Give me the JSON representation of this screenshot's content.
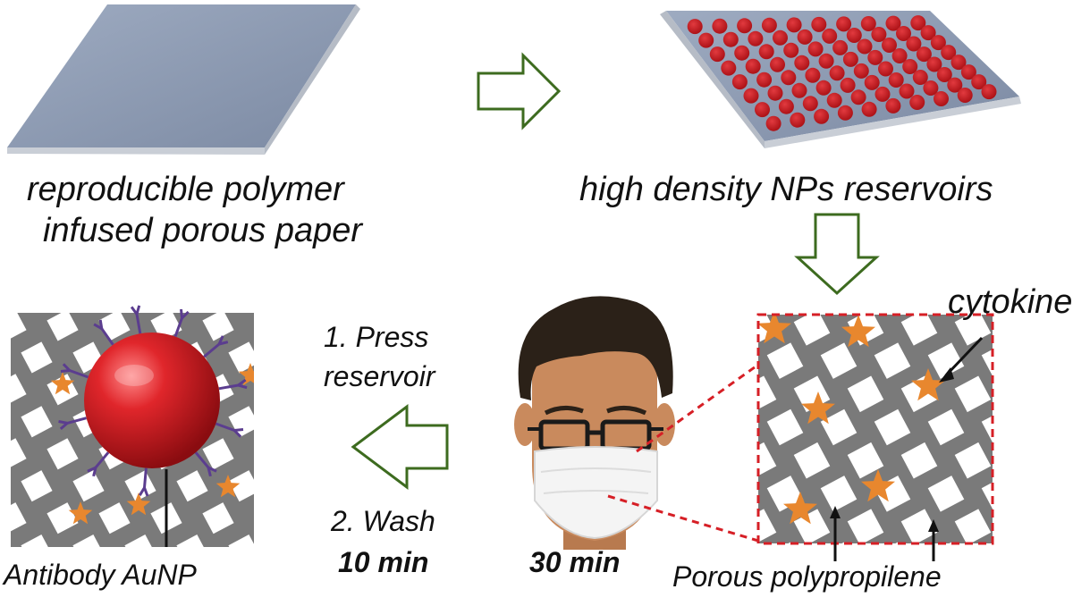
{
  "labels": {
    "paper_line1": "reproducible polymer",
    "paper_line2": "infused porous paper",
    "reservoirs": "high density NPs reservoirs",
    "cytokine": "cytokine",
    "step1_line1": "1. Press",
    "step1_line2": "reservoir",
    "step2": "2. Wash",
    "time_wash": "10 min",
    "time_mask": "30 min",
    "antibody": "Antibody AuNP",
    "porous": "Porous polypropilene"
  },
  "colors": {
    "sheet_top": "#8d9bb3",
    "sheet_edge": "#c9ced6",
    "nanoparticle": "#c4161c",
    "membrane": "#7a7a7a",
    "pore": "#ffffff",
    "cytokine_star": "#e8872e",
    "antibody": "#5b3d8f",
    "arrow_stroke": "#3d6b1f",
    "zoom_box": "#d61f26",
    "skin": "#c98a5d",
    "hair": "#2b2118",
    "mask": "#f4f4f4"
  },
  "icons": [
    "arrow-right-icon",
    "arrow-down-icon",
    "arrow-left-icon",
    "face-mask-icon",
    "star-icon"
  ]
}
